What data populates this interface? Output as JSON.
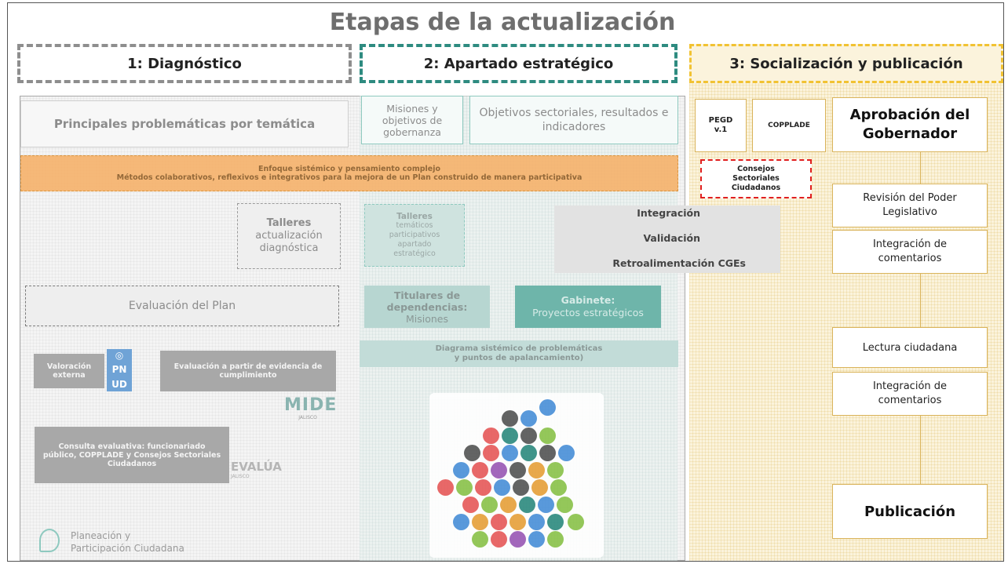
{
  "title": "Etapas de la actualización",
  "phases": {
    "p1": "1: Diagnóstico",
    "p2": "2: Apartado estratégico",
    "p3": "3: Socialización y publicación"
  },
  "diagnostico": {
    "problematicas": "Principales problemáticas por temática",
    "enfoque_line1": "Enfoque sistémico y pensamiento complejo",
    "enfoque_line2": "Métodos colaborativos, reflexivos e integrativos para la mejora de un Plan construido de manera participativa",
    "talleres_l1": "Talleres",
    "talleres_l2": "actualización",
    "talleres_l3": "diagnóstica",
    "evaluacion": "Evaluación del Plan",
    "valoracion": "Valoración externa",
    "evidencia": "Evaluación a partir de evidencia de cumplimiento",
    "consulta": "Consulta evaluativa: funcionariado público, COPPLADE y Consejos Sectoriales Ciudadanos",
    "mide_logo": "MIDE",
    "mide_sub": "JALISCO",
    "evalua_logo": "EVALÚA",
    "evalua_sub": "JALISCO",
    "undp_logo_1": "PN",
    "undp_logo_2": "UD",
    "footer_l1": "Planeación y",
    "footer_l2": "Participación Ciudadana"
  },
  "estrategico": {
    "misiones": "Misiones y objetivos de gobernanza",
    "objetivos": "Objetivos sectoriales, resultados e indicadores",
    "talleres_l1": "Talleres",
    "talleres_l2": "temáticos",
    "talleres_l3": "participativos",
    "talleres_l4": "apartado",
    "talleres_l5": "estratégico",
    "integracion": "Integración",
    "validacion": "Validación",
    "retro": "Retroalimentación CGEs",
    "titulares_l1": "Titulares de",
    "titulares_l2": "dependencias:",
    "titulares_l3": "Misiones",
    "gabinete_l1": "Gabinete:",
    "gabinete_l2": "Proyectos estratégicos",
    "diagrama_l1": "Diagrama sistémico de problemáticas",
    "diagrama_l2": "y puntos de apalancamiento)"
  },
  "socializacion": {
    "pegd_l1": "PEGD",
    "pegd_l2": "v.1",
    "copplade": "COPPLADE",
    "consejos_l1": "Consejos",
    "consejos_l2": "Sectoriales",
    "consejos_l3": "Ciudadanos",
    "aprobacion_l1": "Aprobación del",
    "aprobacion_l2": "Gobernador",
    "revision_l1": "Revisión del Poder",
    "revision_l2": "Legislativo",
    "integracion1_l1": "Integración de",
    "integracion1_l2": "comentarios",
    "lectura": "Lectura ciudadana",
    "integracion2_l1": "Integración de",
    "integracion2_l2": "comentarios",
    "publicacion": "Publicación"
  },
  "colors": {
    "orange": "#f6b26b",
    "teal": "#2e8b80",
    "teal_light": "#8ec9bf",
    "yellow": "#f1c232",
    "red_dashed": "#e02020"
  }
}
